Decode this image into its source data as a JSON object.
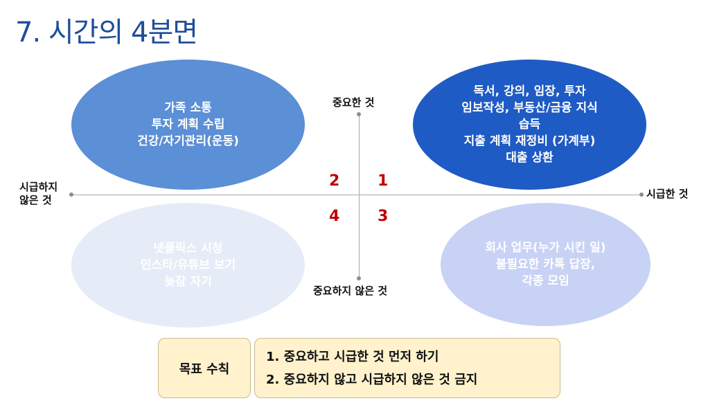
{
  "title": "7. 시간의 4분면",
  "axes": {
    "top": "중요한 것",
    "bottom": "중요하지 않은 것",
    "left": [
      "시급하지",
      "않은 것"
    ],
    "right": "시급한 것"
  },
  "quadrant_numbers": [
    "1",
    "2",
    "3",
    "4"
  ],
  "quadrants": {
    "q1": {
      "lines": [
        "독서, 강의, 임장, 투자",
        "임보작성, 부동산/금융 지식",
        "습득",
        "지출 계획 재정비 (가계부)",
        "대출 상환"
      ],
      "fill": "#1f5bc4",
      "text_color": "#ffffff"
    },
    "q2": {
      "lines": [
        "가족 소통",
        "투자 계획 수립",
        "건강/자기관리(운동)"
      ],
      "fill": "#5b8fd6",
      "text_color": "#ffffff"
    },
    "q3": {
      "lines": [
        "회사 업무(누가 시킨 일)",
        "불필요한 카톡 답장,",
        "각종 모임"
      ],
      "fill": "#c8d2f5",
      "text_color": "#ffffff"
    },
    "q4": {
      "lines": [
        "넷플릭스 시청",
        "인스타/유튜브 보기",
        "늦잠 자기"
      ],
      "fill": "#e6ecf7",
      "text_color": "#ffffff"
    }
  },
  "goal": {
    "label": "목표 수칙",
    "rules": [
      "1. 중요하고 시급한 것 먼저 하기",
      "2. 중요하지 않고 시급하지 않은 것 금지"
    ]
  },
  "colors": {
    "title": "#1f4e9a",
    "number": "#c00000",
    "box_fill": "#fff2cc",
    "axis": "#a8a8a8"
  }
}
